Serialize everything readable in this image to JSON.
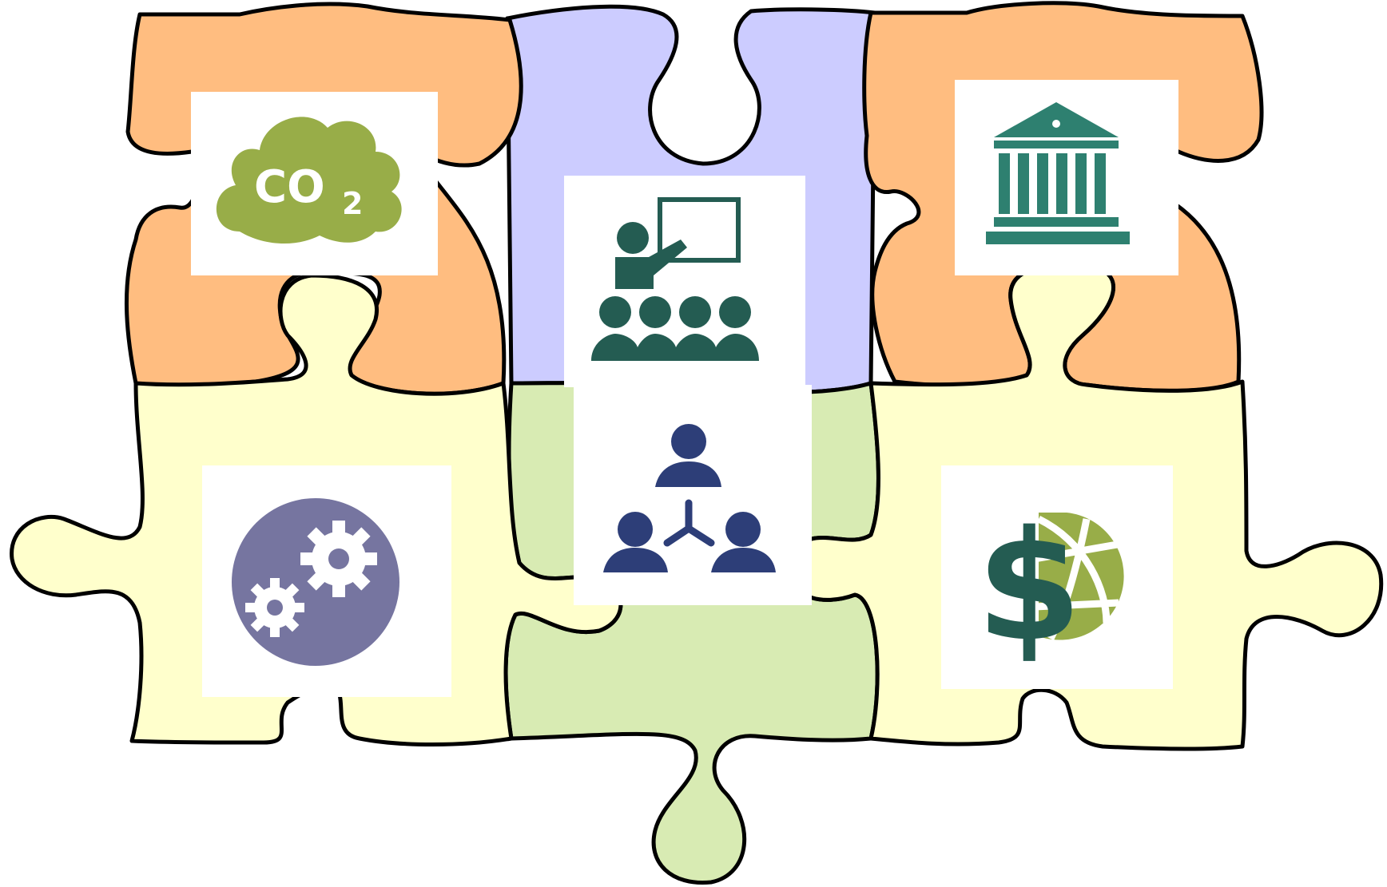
{
  "colors": {
    "orange_piece": "#FFBD80",
    "lavender_piece": "#CCCCFF",
    "light_yellow_piece": "#FFFFCC",
    "light_green_piece": "#D8EBB3",
    "outline": "#000000",
    "icon_green": "#98AD48",
    "icon_teal": "#2E8070",
    "icon_dark_teal": "#245C52",
    "icon_navy": "#2D3E78",
    "icon_purple": "#7675A0"
  },
  "pieces": [
    {
      "name": "top-left-piece",
      "color": "orange_piece"
    },
    {
      "name": "top-middle-piece",
      "color": "lavender_piece"
    },
    {
      "name": "top-right-piece",
      "color": "orange_piece"
    },
    {
      "name": "bottom-left-piece",
      "color": "light_yellow_piece"
    },
    {
      "name": "bottom-middle-piece",
      "color": "light_green_piece"
    },
    {
      "name": "bottom-right-piece",
      "color": "light_yellow_piece"
    }
  ],
  "icons": {
    "co2": {
      "name": "co2-cloud-icon",
      "text": "CO",
      "subscript": "2"
    },
    "government": {
      "name": "government-building-icon"
    },
    "teaching": {
      "name": "teacher-presentation-icon"
    },
    "network": {
      "name": "people-network-icon"
    },
    "gears": {
      "name": "gears-icon"
    },
    "finance": {
      "name": "dollar-globe-icon",
      "symbol": "$"
    }
  }
}
